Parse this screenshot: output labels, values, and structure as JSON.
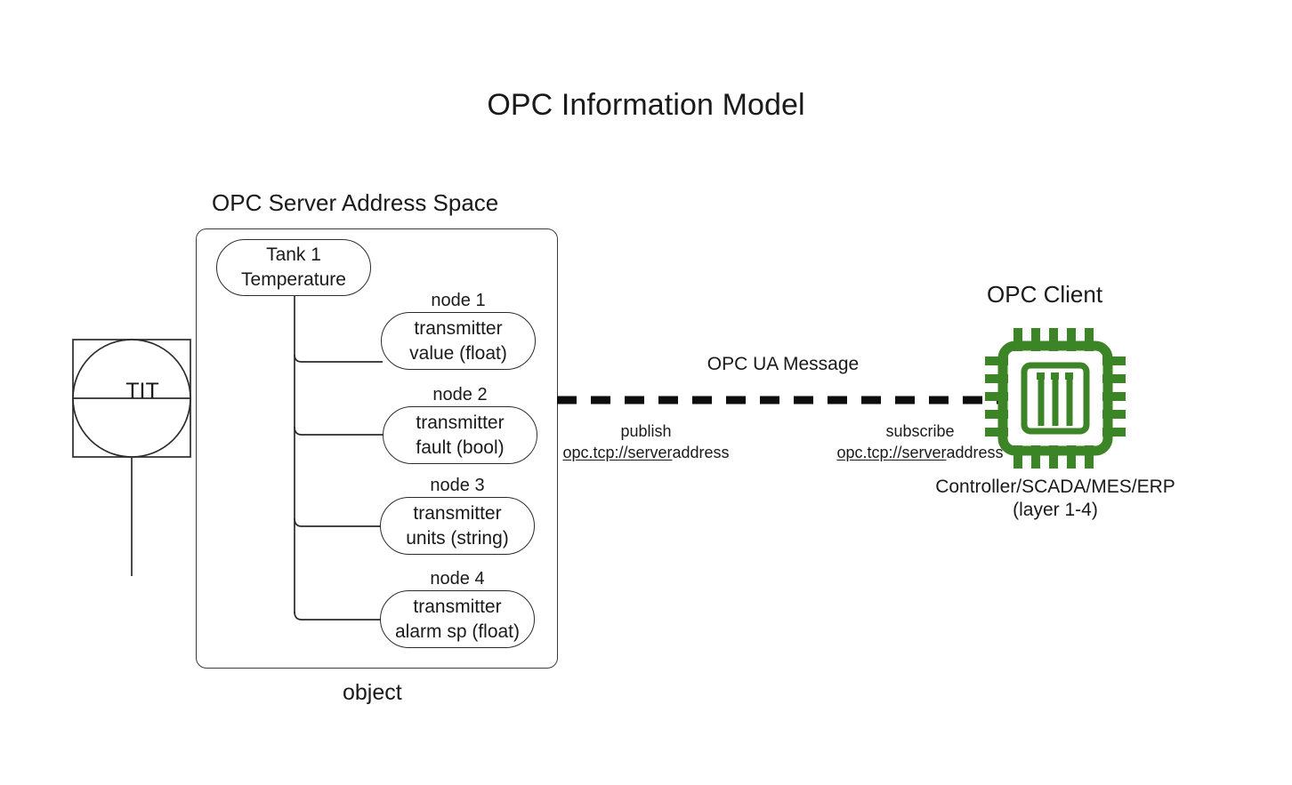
{
  "title": "OPC Information Model",
  "server": {
    "section_label": "OPC Server Address Space",
    "footer_label": "object",
    "root_node": {
      "line1": "Tank 1",
      "line2": "Temperature"
    },
    "nodes": [
      {
        "caption": "node 1",
        "line1": "transmitter",
        "line2": "value (float)"
      },
      {
        "caption": "node 2",
        "line1": "transmitter",
        "line2": "fault (bool)"
      },
      {
        "caption": "node 3",
        "line1": "transmitter",
        "line2": "units (string)"
      },
      {
        "caption": "node 4",
        "line1": "transmitter",
        "line2": "alarm sp (float)"
      }
    ]
  },
  "instrument": {
    "tag": "TIT",
    "icon": "instrument-balloon-icon"
  },
  "link": {
    "message_label": "OPC UA Message",
    "line_style": "dashed",
    "publish": {
      "verb": "publish",
      "url_link": "opc.tcp://server",
      "url_tail": "address"
    },
    "subscribe": {
      "verb": "subscribe",
      "url_link": "opc.tcp://server",
      "url_tail": "address"
    }
  },
  "client": {
    "title": "OPC Client",
    "icon": "cpu-chip-icon",
    "subtitle_line1": "Controller/SCADA/MES/ERP",
    "subtitle_line2": "(layer 1-4)"
  },
  "colors": {
    "chip_green": "#3C8527",
    "stroke": "#2b2b2b",
    "box_stroke": "#3b3b3b",
    "text": "#1a1a1a",
    "background": "#ffffff"
  }
}
